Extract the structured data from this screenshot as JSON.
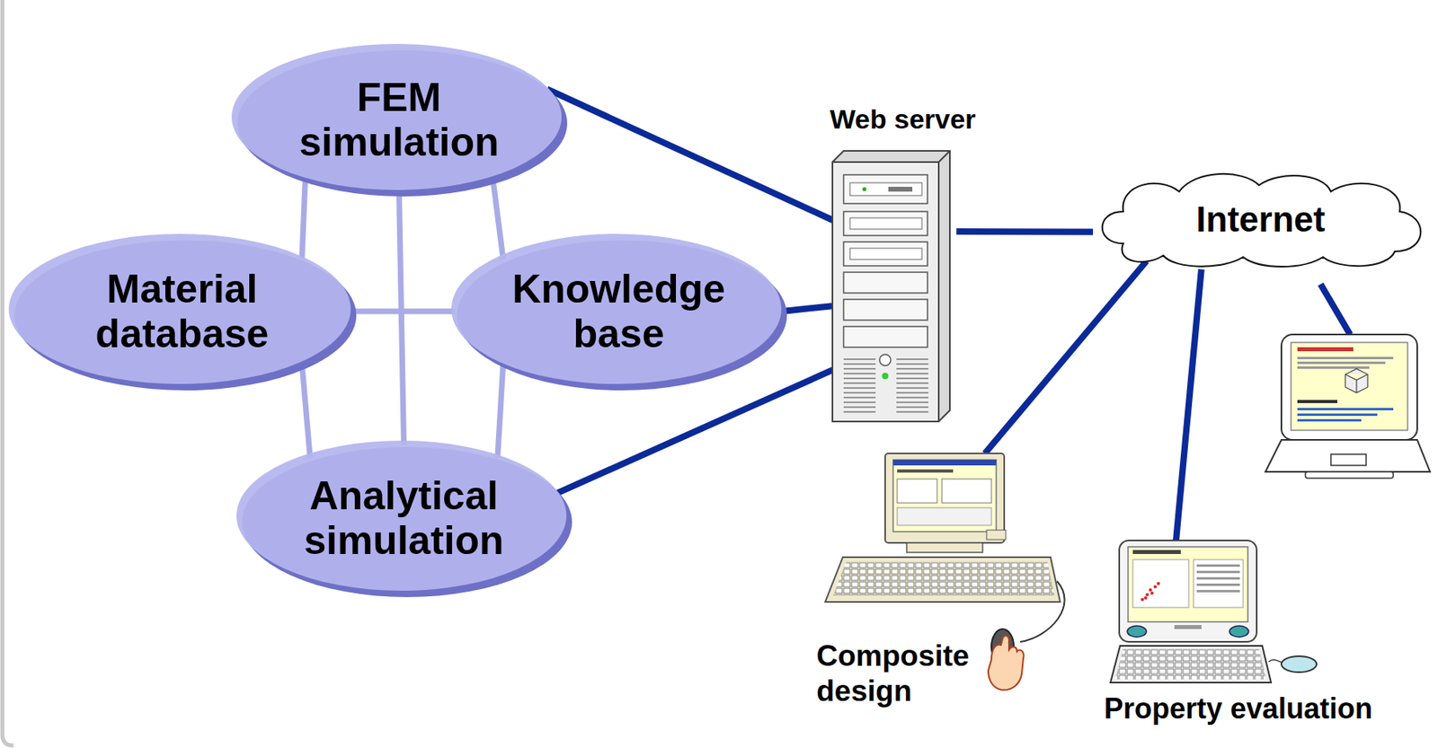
{
  "diagram": {
    "nodes": [
      {
        "text": [
          "FEM simulation"
        ]
      },
      {
        "text": [
          "Material database"
        ]
      },
      {
        "text": [
          "Knowledge base"
        ]
      },
      {
        "text": [
          "Analytical simulation"
        ]
      },
      {
        "text": [
          "Web server"
        ]
      },
      {
        "text": [
          "Internet"
        ]
      },
      {
        "text": [
          "Composite design"
        ]
      },
      {
        "text": [
          "Property evaluation"
        ]
      }
    ],
    "edges": [
      {
        "from": 0,
        "to": 4,
        "arrow": "none"
      },
      {
        "from": 2,
        "to": 4,
        "arrow": "none"
      },
      {
        "from": 3,
        "to": 4,
        "arrow": "none"
      },
      {
        "from": 4,
        "to": 5,
        "arrow": "none"
      },
      {
        "from": 5,
        "to": 6,
        "arrow": "none"
      },
      {
        "from": 5,
        "to": 7,
        "arrow": "none"
      },
      {
        "from": 0,
        "to": 1,
        "arrow": "none"
      },
      {
        "from": 0,
        "to": 2,
        "arrow": "none"
      },
      {
        "from": 1,
        "to": 3,
        "arrow": "none"
      },
      {
        "from": 2,
        "to": 3,
        "arrow": "none"
      },
      {
        "from": 0,
        "to": 3,
        "arrow": "none"
      },
      {
        "from": 1,
        "to": 2,
        "arrow": "none"
      }
    ]
  }
}
